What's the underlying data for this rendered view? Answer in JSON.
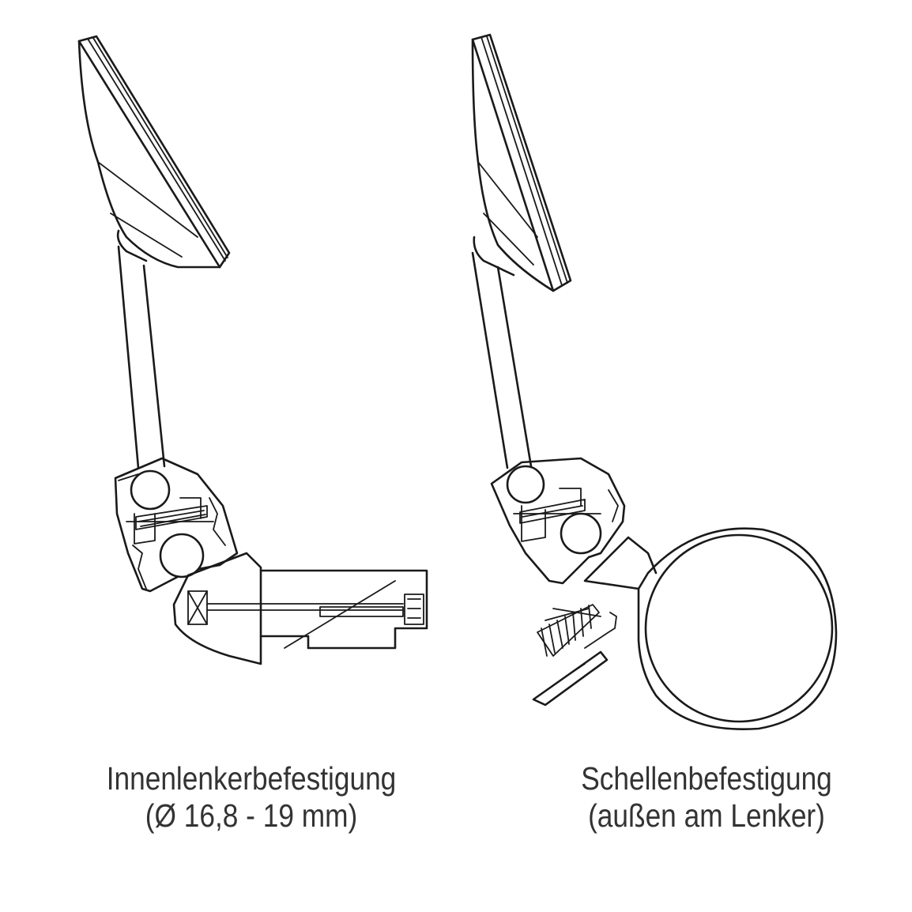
{
  "figures": [
    {
      "id": "inner-bar-end",
      "caption_line1": "Innenlenkerbefestigung",
      "caption_line2": "(Ø 16,8 - 19 mm)"
    },
    {
      "id": "clamp",
      "caption_line1": "Schellenbefestigung",
      "caption_line2": "(außen am Lenker)"
    }
  ],
  "colors": {
    "line": "#1a1a1a",
    "text": "#333333",
    "background": "#ffffff"
  }
}
